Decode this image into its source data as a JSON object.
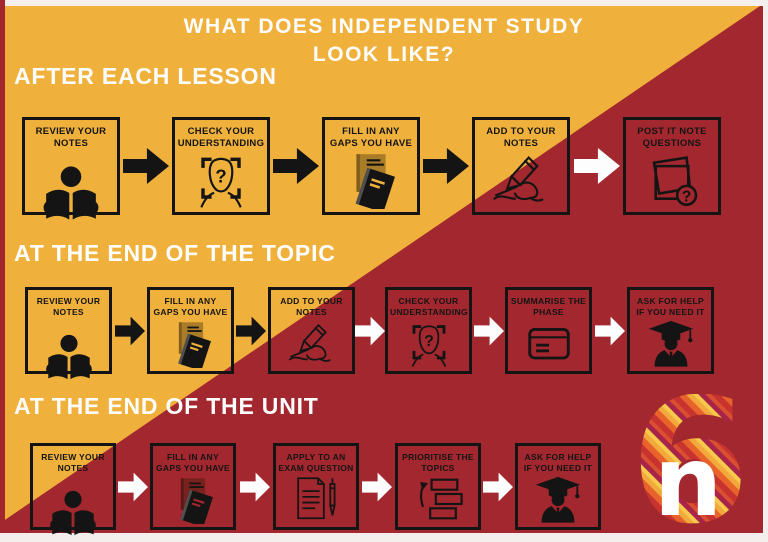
{
  "poster": {
    "title_line1": "WHAT DOES INDEPENDENT STUDY",
    "title_line2": "LOOK LIKE?"
  },
  "colors": {
    "yellow": "#EFB13C",
    "red": "#A3272E",
    "ink": "#141414",
    "frame": "#F4EFED",
    "text_light": "#FDFDFD"
  },
  "sections": [
    {
      "heading": "AFTER EACH LESSON",
      "steps": [
        {
          "label": "REVIEW YOUR NOTES",
          "icon": "reader",
          "arrow_after": "black"
        },
        {
          "label": "CHECK YOUR UNDERSTANDING",
          "icon": "face-question",
          "arrow_after": "black"
        },
        {
          "label": "FILL IN ANY GAPS YOU HAVE",
          "icon": "notebooks",
          "arrow_after": "black"
        },
        {
          "label": "ADD TO YOUR NOTES",
          "icon": "writing-hand",
          "arrow_after": "white"
        },
        {
          "label": "POST IT NOTE QUESTIONS",
          "icon": "post-it-question",
          "arrow_after": null
        }
      ]
    },
    {
      "heading": "AT THE END OF THE TOPIC",
      "steps": [
        {
          "label": "REVIEW YOUR NOTES",
          "icon": "reader",
          "arrow_after": "black"
        },
        {
          "label": "FILL IN ANY GAPS YOU HAVE",
          "icon": "notebooks",
          "arrow_after": "black"
        },
        {
          "label": "ADD TO YOUR NOTES",
          "icon": "writing-hand",
          "arrow_after": "white"
        },
        {
          "label": "CHECK YOUR UNDERSTANDING",
          "icon": "face-question",
          "arrow_after": "white"
        },
        {
          "label": "SUMMARISE THE PHASE",
          "icon": "flashcard",
          "arrow_after": "white"
        },
        {
          "label": "ASK FOR HELP IF YOU NEED IT",
          "icon": "graduate",
          "arrow_after": null
        }
      ]
    },
    {
      "heading": "AT THE END OF THE UNIT",
      "steps": [
        {
          "label": "REVIEW YOUR NOTES",
          "icon": "reader",
          "arrow_after": "white"
        },
        {
          "label": "FILL IN ANY GAPS YOU HAVE",
          "icon": "notebooks",
          "arrow_after": "white"
        },
        {
          "label": "APPLY TO AN EXAM QUESTION",
          "icon": "exam-paper",
          "arrow_after": "white"
        },
        {
          "label": "PRIORITISE THE TOPICS",
          "icon": "prioritise",
          "arrow_after": "white"
        },
        {
          "label": "ASK FOR HELP IF YOU NEED IT",
          "icon": "graduate",
          "arrow_after": null
        }
      ]
    }
  ],
  "logo": {
    "numeral": "6",
    "letter": "n"
  }
}
